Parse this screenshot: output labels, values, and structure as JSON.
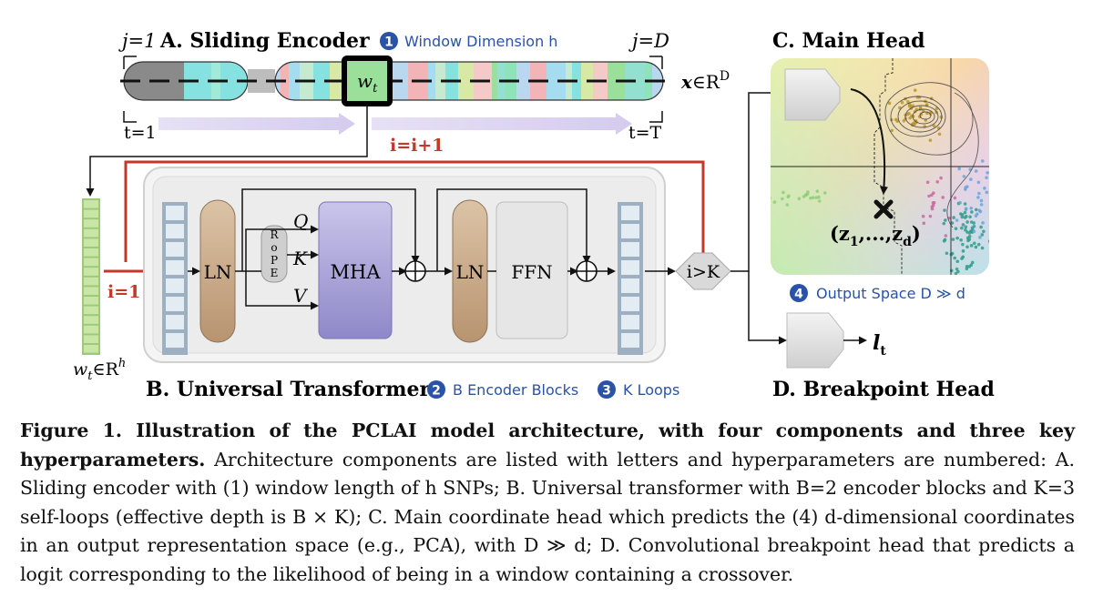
{
  "figure": {
    "sliding_encoder": {
      "title": "A.  Sliding Encoder",
      "j_start": "j=1",
      "j_end": "j=D",
      "t_start": "t=1",
      "t_end": "t=T",
      "window_label": "w",
      "window_sub": "t",
      "x_label": "x",
      "x_space": "∈R",
      "x_sup": "D",
      "badge_number": "1",
      "badge_text": "Window Dimension h"
    },
    "universal_transformer": {
      "title": "B.  Universal Transformer",
      "badge2_number": "2",
      "badge2_text": "B Encoder Blocks",
      "badge3_number": "3",
      "badge3_text": "K Loops",
      "loop_label": "i=i+1",
      "init_label": "i=1",
      "input_label": "w",
      "input_sub": "t",
      "input_space": "∈R",
      "input_sup": "h",
      "ln1": "LN",
      "rope": [
        "R",
        "o",
        "P",
        "E"
      ],
      "q": "Q",
      "k": "K",
      "v": "V",
      "mha": "MHA",
      "ln2": "LN",
      "ffn": "FFN",
      "condition": "i>K"
    },
    "main_head": {
      "title": "C.  Main Head",
      "coords_label": "(z",
      "coords_sub1": "1",
      "coords_mid": ",...,z",
      "coords_subd": "d",
      "coords_close": ")",
      "badge_number": "4",
      "badge_text": "Output Space D ≫ d"
    },
    "breakpoint_head": {
      "title": "D.  Breakpoint Head",
      "output": "l",
      "output_sub": "t"
    }
  },
  "caption": {
    "bold": "Figure 1. Illustration of the PCLAI model architecture, with four components and three key hyperparameters.",
    "rest": " Architecture components are listed with letters and hyperparameters are numbered: A. Sliding encoder with (1) window length of h SNPs; B. Universal transformer with B=2 encoder blocks and K=3 self-loops (effective depth is B × K); C. Main coordinate head which predicts the (4) d-dimensional coordinates in an output representation space (e.g., PCA), with D ≫ d; D. Convolutional breakpoint head that predicts a logit corresponding to the likelihood of being in a window containing a crossover."
  },
  "colors": {
    "loop_red": "#c0392b",
    "badge_blue": "#2a52a8",
    "mha_purple": "#a9a4d6",
    "ln_tan": "#c8ab8c",
    "ffn_gray": "#e6e6e6",
    "input_green": "#b8dc8c"
  }
}
